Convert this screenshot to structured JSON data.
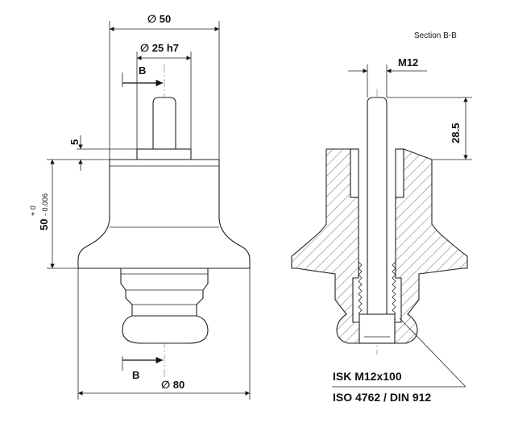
{
  "section_label": "Section B-B",
  "dimensions": {
    "outer_diameter_top": "∅ 50",
    "shaft_diameter": "∅ 25 h7",
    "thread": "M12",
    "pin_length": "28.5",
    "step_height": "5",
    "height_main": "50",
    "height_tolerance_upper": "+ 0",
    "height_tolerance_lower": "- 0.006",
    "base_diameter": "∅ 80"
  },
  "section_markers": {
    "top": "B",
    "bottom": "B"
  },
  "part_note": {
    "line1": "ISK M12x100",
    "line2": "ISO 4762 / DIN 912"
  }
}
